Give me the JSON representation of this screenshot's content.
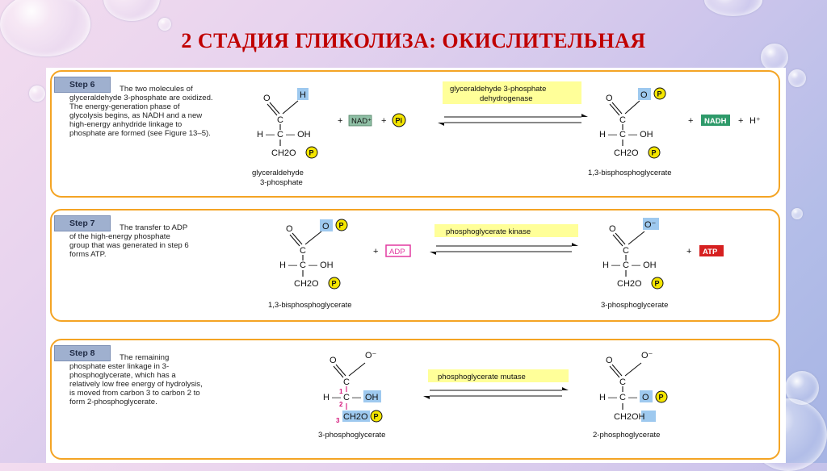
{
  "title": "2 СТАДИЯ ГЛИКОЛИЗА: ОКИСЛИТЕЛЬНАЯ",
  "colors": {
    "title": "#c00000",
    "box_border": "#f4a424",
    "enzyme_bg": "#ffff99",
    "highlight": "#9ec9ef",
    "phosphate": "#f5e600",
    "nad": "#8fbfa5",
    "nadh": "#2e9a6a",
    "adp": "#e23aa0",
    "atp": "#d62020"
  },
  "common": {
    "plus": "+",
    "phosphate_symbol": "P",
    "chem_H": "H",
    "chem_O": "O",
    "chem_C": "C",
    "chem_OH": "OH",
    "chem_H_C_OH": "H — C — OH",
    "chem_CH2O": "CH2O",
    "chem_O_minus": "O⁻",
    "chem_H_C": "H — C —",
    "chem_CH2OH": "CH2OH"
  },
  "steps": [
    {
      "tab": "Step 6",
      "description": "The two molecules of glyceraldehyde 3-phosphate are oxidized. The energy-generation phase of glycolysis begins, as NADH and a new high-energy anhydride linkage to phosphate are formed (see Figure 13–5).",
      "substrate_name_1": "glyceraldehyde",
      "substrate_name_2": "3-phosphate",
      "enzyme_1": "glyceraldehyde 3-phosphate",
      "enzyme_2": "dehydrogenase",
      "cofactor_in": "NAD⁺",
      "pi": "Pi",
      "cofactor_out": "NADH",
      "proton": "H⁺",
      "product_name": "1,3-bisphosphoglycerate"
    },
    {
      "tab": "Step 7",
      "description": "The transfer to ADP of the high-energy phosphate group that was generated in step 6 forms ATP.",
      "substrate_name": "1,3-bisphosphoglycerate",
      "enzyme": "phosphoglycerate kinase",
      "cofactor_in": "ADP",
      "cofactor_out": "ATP",
      "product_name": "3-phosphoglycerate"
    },
    {
      "tab": "Step 8",
      "description": "The remaining phosphate ester linkage in 3-phosphoglycerate, which has a relatively low free energy of hydrolysis, is moved from carbon 3 to carbon 2 to form 2-phosphoglycerate.",
      "substrate_name": "3-phosphoglycerate",
      "enzyme": "phosphoglycerate mutase",
      "product_name": "2-phosphoglycerate",
      "carbon_numbers": [
        "1",
        "2",
        "3"
      ]
    }
  ]
}
